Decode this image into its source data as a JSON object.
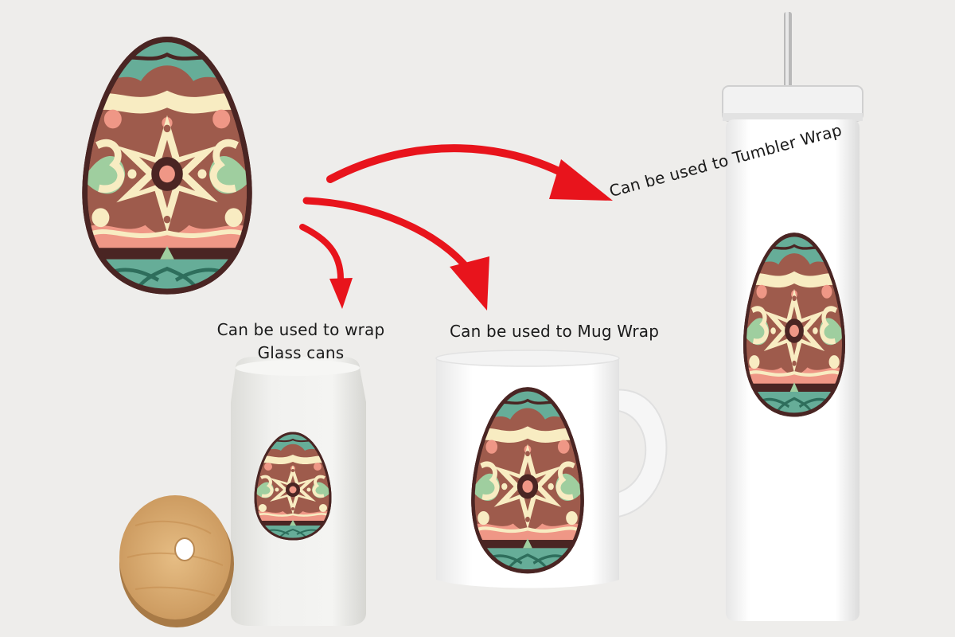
{
  "labels": {
    "glass_line1": "Can be used to wrap",
    "glass_line2": "Glass cans",
    "mug": "Can be used to Mug Wrap",
    "tumbler": "Can be used to Tumbler Wrap"
  },
  "colors": {
    "background": "#eeedeb",
    "arrow": "#e8141c",
    "egg_outline": "#4a2523",
    "egg_brown": "#9e5b4c",
    "egg_cream": "#f8ecc2",
    "egg_teal": "#66ad98",
    "egg_green": "#9fce9f",
    "egg_pink": "#ef9786",
    "egg_dark": "#4a2523",
    "wood": "#d9ad72",
    "tumbler_body": "#fafafa",
    "mug_body": "#ffffff",
    "glass_body": "#ededea"
  }
}
